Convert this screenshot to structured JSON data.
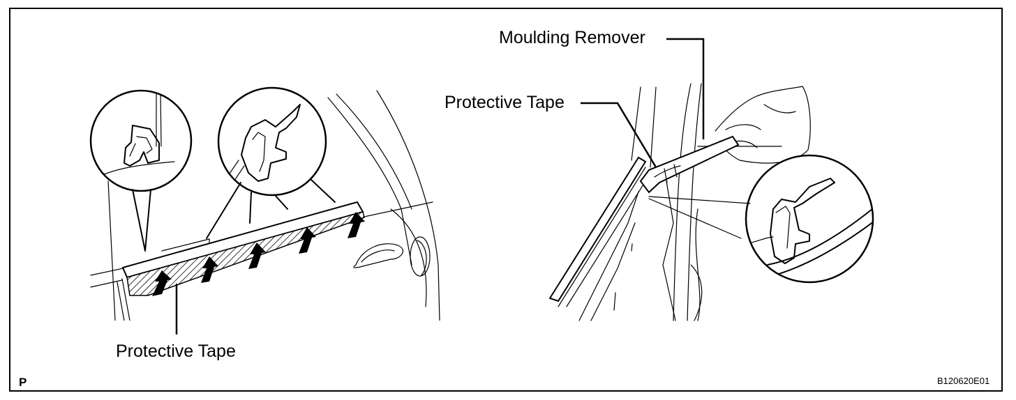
{
  "labels": {
    "protective_tape_left": "Protective Tape",
    "protective_tape_right": "Protective Tape",
    "moulding_remover": "Moulding Remover",
    "corner_mark": "P",
    "figure_code": "B120620E01"
  },
  "colors": {
    "ink": "#000000",
    "paper": "#ffffff"
  }
}
